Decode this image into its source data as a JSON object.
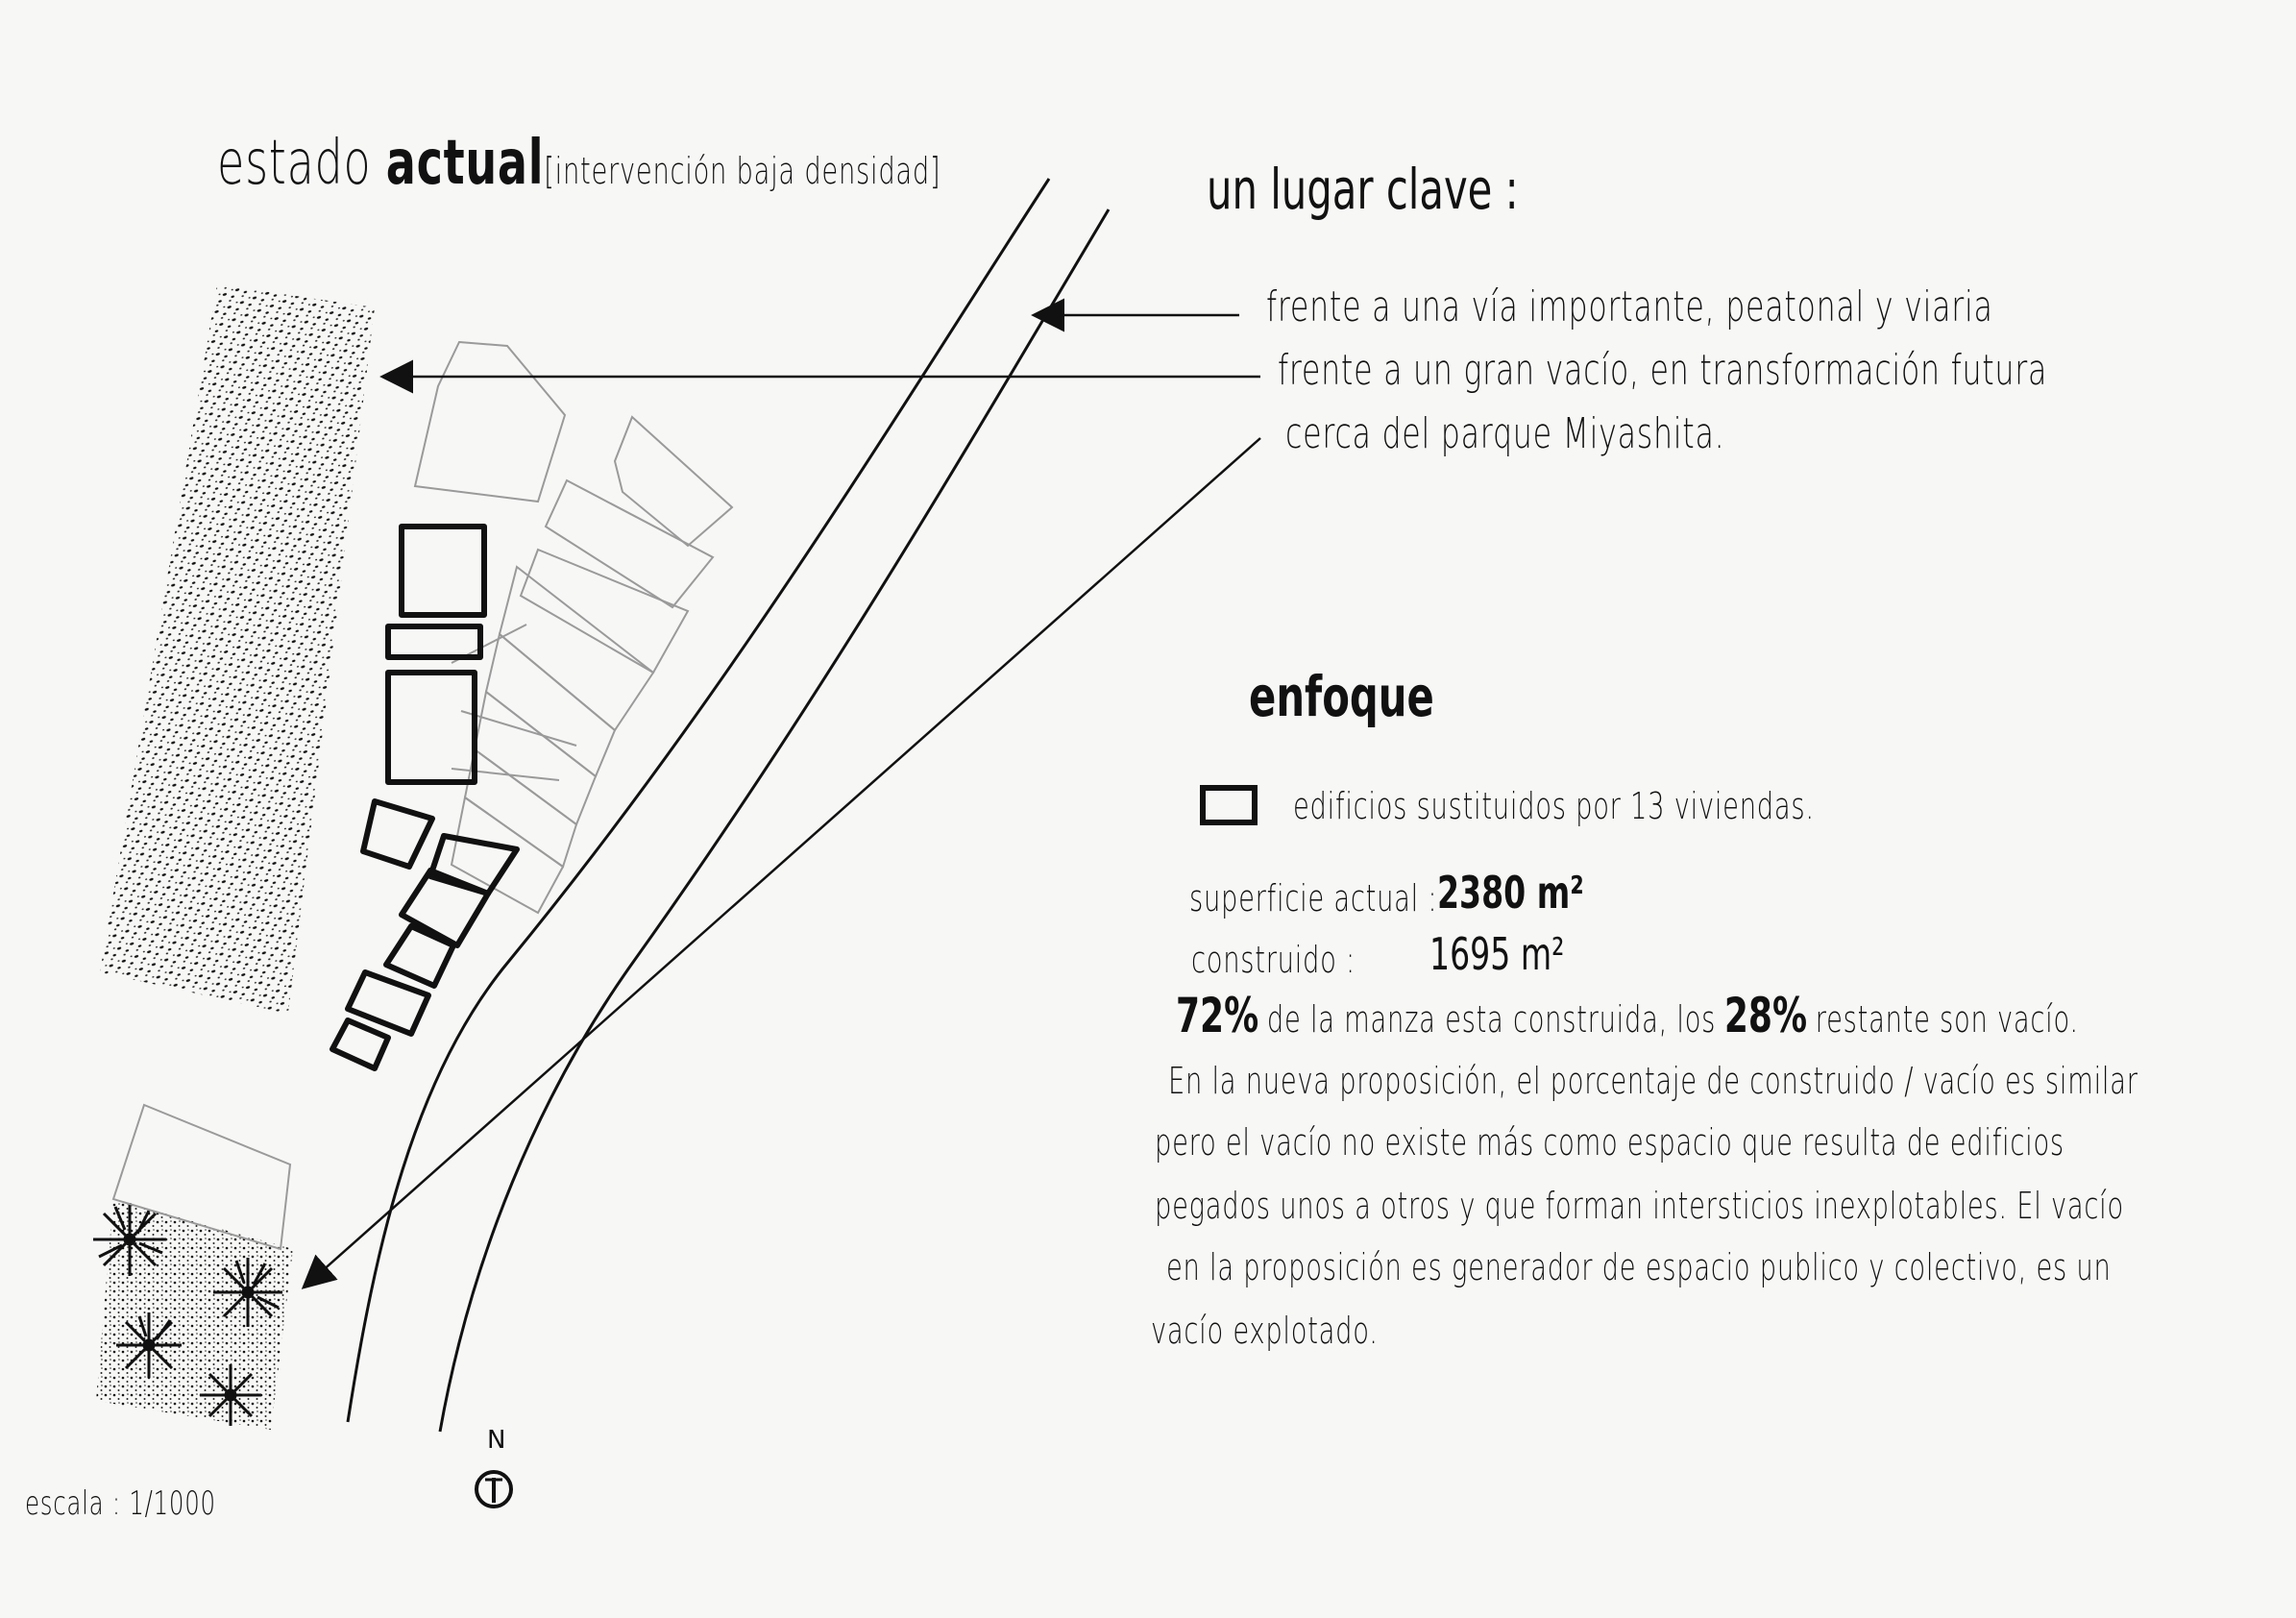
{
  "title": {
    "prefix": "estado",
    "bold": "actual",
    "bracket": "[intervención baja densidad]"
  },
  "key_place": {
    "heading": "un lugar clave :",
    "points": [
      "frente a una vía importante, peatonal y viaria",
      "frente a un gran vacío, en transformación futura",
      "cerca del parque Miyashita."
    ]
  },
  "approach": {
    "heading": "enfoque",
    "legend": "edificios sustituidos por 13 viviendas.",
    "surface_label": "superficie actual :",
    "surface_value": "2380 m²",
    "built_label": "construido :",
    "built_value": "1695 m²",
    "ratio_built": "72%",
    "ratio_text_1": "de la manza esta construida, los",
    "ratio_void": "28%",
    "ratio_text_2": "restante son vacío.",
    "paragraph": [
      "En la nueva proposición, el porcentaje de construido / vacío es similar",
      "pero el vacío no existe más como espacio que resulta de edificios",
      "pegados unos a otros y que forman intersticios inexplotables. El vacío",
      "en la proposición es generador de espacio publico y colectivo, es un",
      "vacío explotado."
    ]
  },
  "scale": "escala : 1/1000",
  "north": "N",
  "colors": {
    "ink": "#111111",
    "paper": "#f7f7f6",
    "pencil": "#9a9a9a"
  }
}
